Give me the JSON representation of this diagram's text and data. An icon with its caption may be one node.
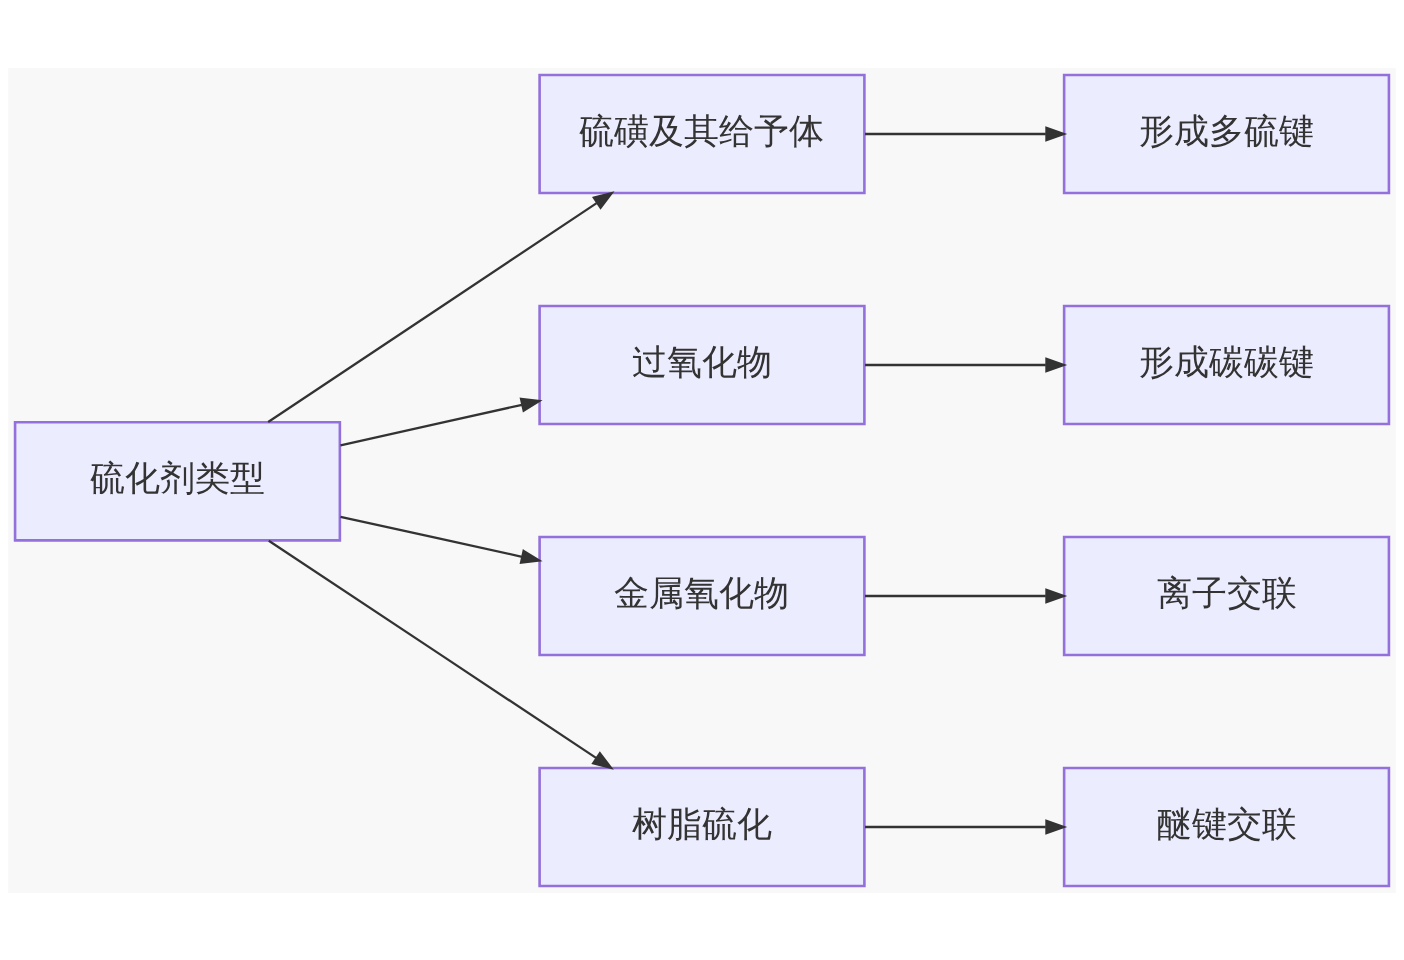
{
  "diagram": {
    "nodes": [
      {
        "text": [
          "硫化剂类型"
        ]
      },
      {
        "text": [
          "硫磺及其给予体"
        ]
      },
      {
        "text": [
          "过氧化物"
        ]
      },
      {
        "text": [
          "金属氧化物"
        ]
      },
      {
        "text": [
          "树脂硫化"
        ]
      },
      {
        "text": [
          "形成多硫键"
        ]
      },
      {
        "text": [
          "形成碳碳键"
        ]
      },
      {
        "text": [
          "离子交联"
        ]
      },
      {
        "text": [
          "醚键交联"
        ]
      }
    ],
    "edges": [
      {
        "from": 0,
        "to": 1,
        "arrow": "to"
      },
      {
        "from": 0,
        "to": 2,
        "arrow": "to"
      },
      {
        "from": 0,
        "to": 3,
        "arrow": "to"
      },
      {
        "from": 0,
        "to": 4,
        "arrow": "to"
      },
      {
        "from": 1,
        "to": 5,
        "arrow": "to"
      },
      {
        "from": 2,
        "to": 6,
        "arrow": "to"
      },
      {
        "from": 3,
        "to": 7,
        "arrow": "to"
      },
      {
        "from": 4,
        "to": 8,
        "arrow": "to"
      }
    ]
  }
}
